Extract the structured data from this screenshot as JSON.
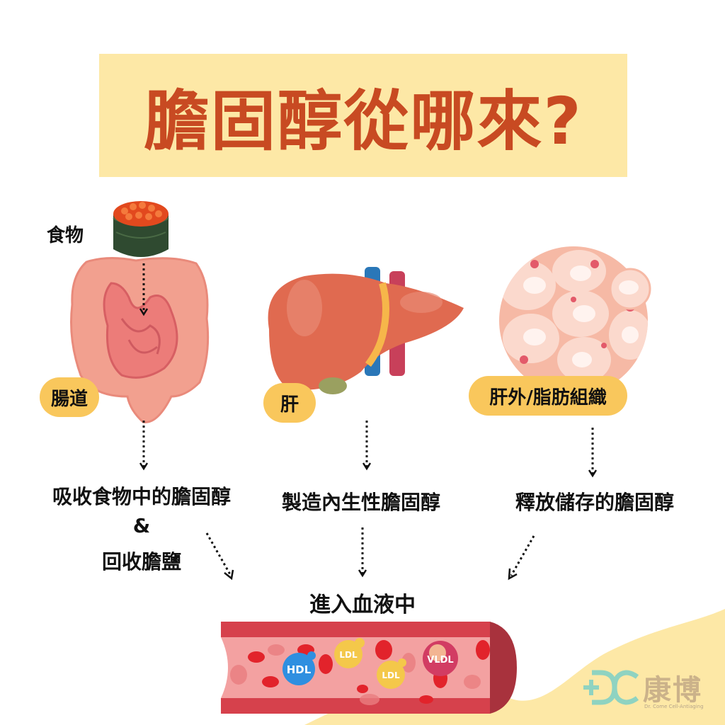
{
  "title": "膽固醇從哪來?",
  "sources": [
    {
      "id": "intestine",
      "food_label": "食物",
      "badge": "腸道",
      "description_lines": [
        "吸收食物中的膽固醇",
        "&",
        "回收膽鹽"
      ],
      "icons": [
        "salmon-roe-sushi-icon",
        "intestine-icon"
      ]
    },
    {
      "id": "liver",
      "badge": "肝",
      "description_lines": [
        "製造內生性膽固醇"
      ],
      "icons": [
        "liver-icon"
      ]
    },
    {
      "id": "adipose",
      "badge": "肝外/脂肪組織",
      "description_lines": [
        "釋放儲存的膽固醇"
      ],
      "icons": [
        "fat-cells-icon"
      ]
    }
  ],
  "destination": {
    "label": "進入血液中",
    "particles": [
      "HDL",
      "LDL",
      "LDL",
      "VLDL"
    ]
  },
  "logo": {
    "mark": "DC",
    "name": "康博",
    "tagline": "Dr. Come Cell-Antiaging"
  },
  "colors": {
    "title_band": "#fde8a6",
    "title_text": "#c84a22",
    "badge": "#f9c75c",
    "hdl": "#2f8fe0",
    "ldl": "#f4c84a",
    "vldl": "#d23c63",
    "vessel_wall": "#d6414c",
    "vessel_inner": "#f3a1a1",
    "logo_teal": "#8fd3c1"
  }
}
